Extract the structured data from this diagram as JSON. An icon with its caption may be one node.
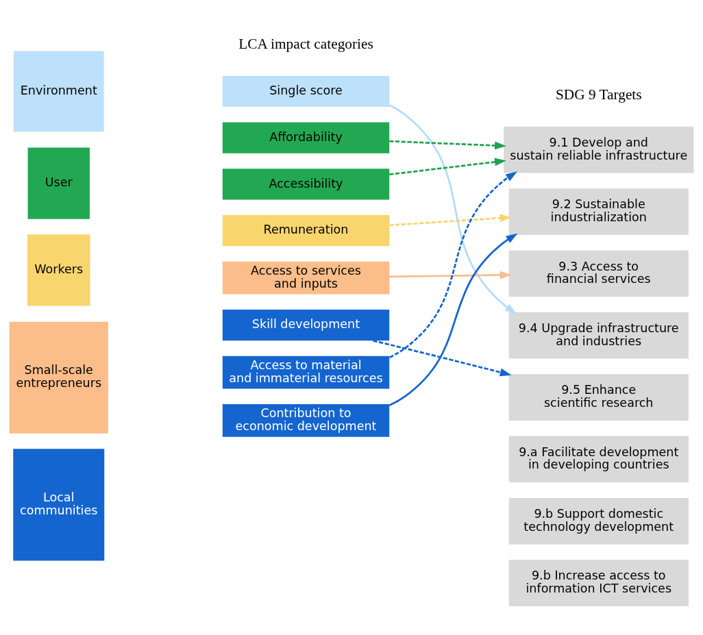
{
  "diagram": {
    "nodes": [
      {
        "text": [
          "Environment"
        ]
      },
      {
        "text": [
          "Single score"
        ]
      },
      {
        "text": [
          "User"
        ]
      },
      {
        "text": [
          "Affordability"
        ]
      },
      {
        "text": [
          "Accessibility"
        ]
      },
      {
        "text": [
          "Workers"
        ]
      },
      {
        "text": [
          "Remuneration"
        ]
      },
      {
        "text": [
          "Small-scale entrepreneurs"
        ]
      },
      {
        "text": [
          "Access to services and inputs"
        ]
      },
      {
        "text": [
          "Local communities"
        ]
      },
      {
        "text": [
          "Skill development"
        ]
      },
      {
        "text": [
          "Access to material and immaterial resources"
        ]
      },
      {
        "text": [
          "Contribution to economic development"
        ]
      },
      {
        "text": [
          "9.1 Develop and sustain reliable infrastructure"
        ]
      },
      {
        "text": [
          "9.2 Sustainable industrialization"
        ]
      },
      {
        "text": [
          "9.3 Access to financial services"
        ]
      },
      {
        "text": [
          "9.4 Upgrade infrastructure and industries"
        ]
      },
      {
        "text": [
          "9.5 Enhance scientific research"
        ]
      },
      {
        "text": [
          "9.a Facilitate development in developing countries"
        ]
      },
      {
        "text": [
          "9.b Support domestic technology development"
        ]
      },
      {
        "text": [
          "9.b Increase access to information ICT services"
        ]
      }
    ],
    "edges": [
      {
        "from": 1,
        "to": 16,
        "arrow": "to",
        "color": "#b3dcfb"
      },
      {
        "from": 3,
        "to": 13,
        "arrow": "to",
        "style": "dashed",
        "color": "#22a050"
      },
      {
        "from": 4,
        "to": 13,
        "arrow": "to",
        "style": "dashed",
        "color": "#22a050"
      },
      {
        "from": 6,
        "to": 14,
        "arrow": "to",
        "style": "dashed",
        "color": "#f9d56e"
      },
      {
        "from": 8,
        "to": 15,
        "arrow": "to",
        "color": "#fbbd8a"
      },
      {
        "from": 10,
        "to": 17,
        "arrow": "to",
        "style": "dashed",
        "color": "#1565d0"
      },
      {
        "from": 11,
        "to": 13,
        "arrow": "to",
        "style": "dashed",
        "color": "#1565d0"
      },
      {
        "from": 12,
        "to": 14,
        "arrow": "to",
        "color": "#1565d0"
      }
    ],
    "labels": [
      "LCA impact categories",
      "SDG 9 Targets"
    ]
  }
}
